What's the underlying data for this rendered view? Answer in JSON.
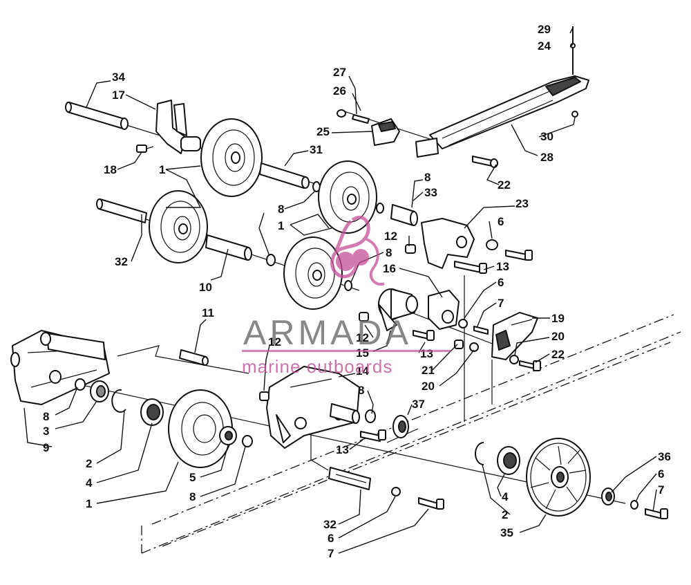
{
  "watermark": {
    "brand": "ARMADA",
    "tagline": "marine outboards",
    "accent_color": "#c54f97",
    "logo_icon": "seahorse-logo-icon"
  },
  "callouts": [
    {
      "id": "c34",
      "text": "34"
    },
    {
      "id": "c17",
      "text": "17"
    },
    {
      "id": "c27",
      "text": "27"
    },
    {
      "id": "c26",
      "text": "26"
    },
    {
      "id": "c25",
      "text": "25"
    },
    {
      "id": "c29",
      "text": "29"
    },
    {
      "id": "c24",
      "text": "24"
    },
    {
      "id": "c30",
      "text": "30"
    },
    {
      "id": "c28",
      "text": "28"
    },
    {
      "id": "c18",
      "text": "18"
    },
    {
      "id": "c1a",
      "text": "1"
    },
    {
      "id": "c31",
      "text": "31"
    },
    {
      "id": "c22a",
      "text": "22"
    },
    {
      "id": "c8a",
      "text": "8"
    },
    {
      "id": "c33",
      "text": "33"
    },
    {
      "id": "c23",
      "text": "23"
    },
    {
      "id": "c8b",
      "text": "8"
    },
    {
      "id": "c1b",
      "text": "1"
    },
    {
      "id": "c6a",
      "text": "6"
    },
    {
      "id": "c12a",
      "text": "12"
    },
    {
      "id": "c32a",
      "text": "32"
    },
    {
      "id": "c8c",
      "text": "8"
    },
    {
      "id": "c13a",
      "text": "13"
    },
    {
      "id": "c16",
      "text": "16"
    },
    {
      "id": "c10",
      "text": "10"
    },
    {
      "id": "c6b",
      "text": "6"
    },
    {
      "id": "c7a",
      "text": "7"
    },
    {
      "id": "c11",
      "text": "11"
    },
    {
      "id": "c19",
      "text": "19"
    },
    {
      "id": "c12b",
      "text": "12"
    },
    {
      "id": "c12c",
      "text": "12"
    },
    {
      "id": "c20a",
      "text": "20"
    },
    {
      "id": "c15",
      "text": "15"
    },
    {
      "id": "c13b",
      "text": "13"
    },
    {
      "id": "c22b",
      "text": "22"
    },
    {
      "id": "c21",
      "text": "21"
    },
    {
      "id": "c14",
      "text": "14"
    },
    {
      "id": "c20b",
      "text": "20"
    },
    {
      "id": "c8d",
      "text": "8"
    },
    {
      "id": "c8e",
      "text": "8"
    },
    {
      "id": "c3",
      "text": "3"
    },
    {
      "id": "c37",
      "text": "37"
    },
    {
      "id": "c9",
      "text": "9"
    },
    {
      "id": "c13c",
      "text": "13"
    },
    {
      "id": "c2a",
      "text": "2"
    },
    {
      "id": "c36",
      "text": "36"
    },
    {
      "id": "c4a",
      "text": "4"
    },
    {
      "id": "c5",
      "text": "5"
    },
    {
      "id": "c6c",
      "text": "6"
    },
    {
      "id": "c4b",
      "text": "4"
    },
    {
      "id": "c7b",
      "text": "7"
    },
    {
      "id": "c8f",
      "text": "8"
    },
    {
      "id": "c1c",
      "text": "1"
    },
    {
      "id": "c2b",
      "text": "2"
    },
    {
      "id": "c35",
      "text": "35"
    },
    {
      "id": "c32b",
      "text": "32"
    },
    {
      "id": "c6d",
      "text": "6"
    },
    {
      "id": "c7c",
      "text": "7"
    }
  ]
}
